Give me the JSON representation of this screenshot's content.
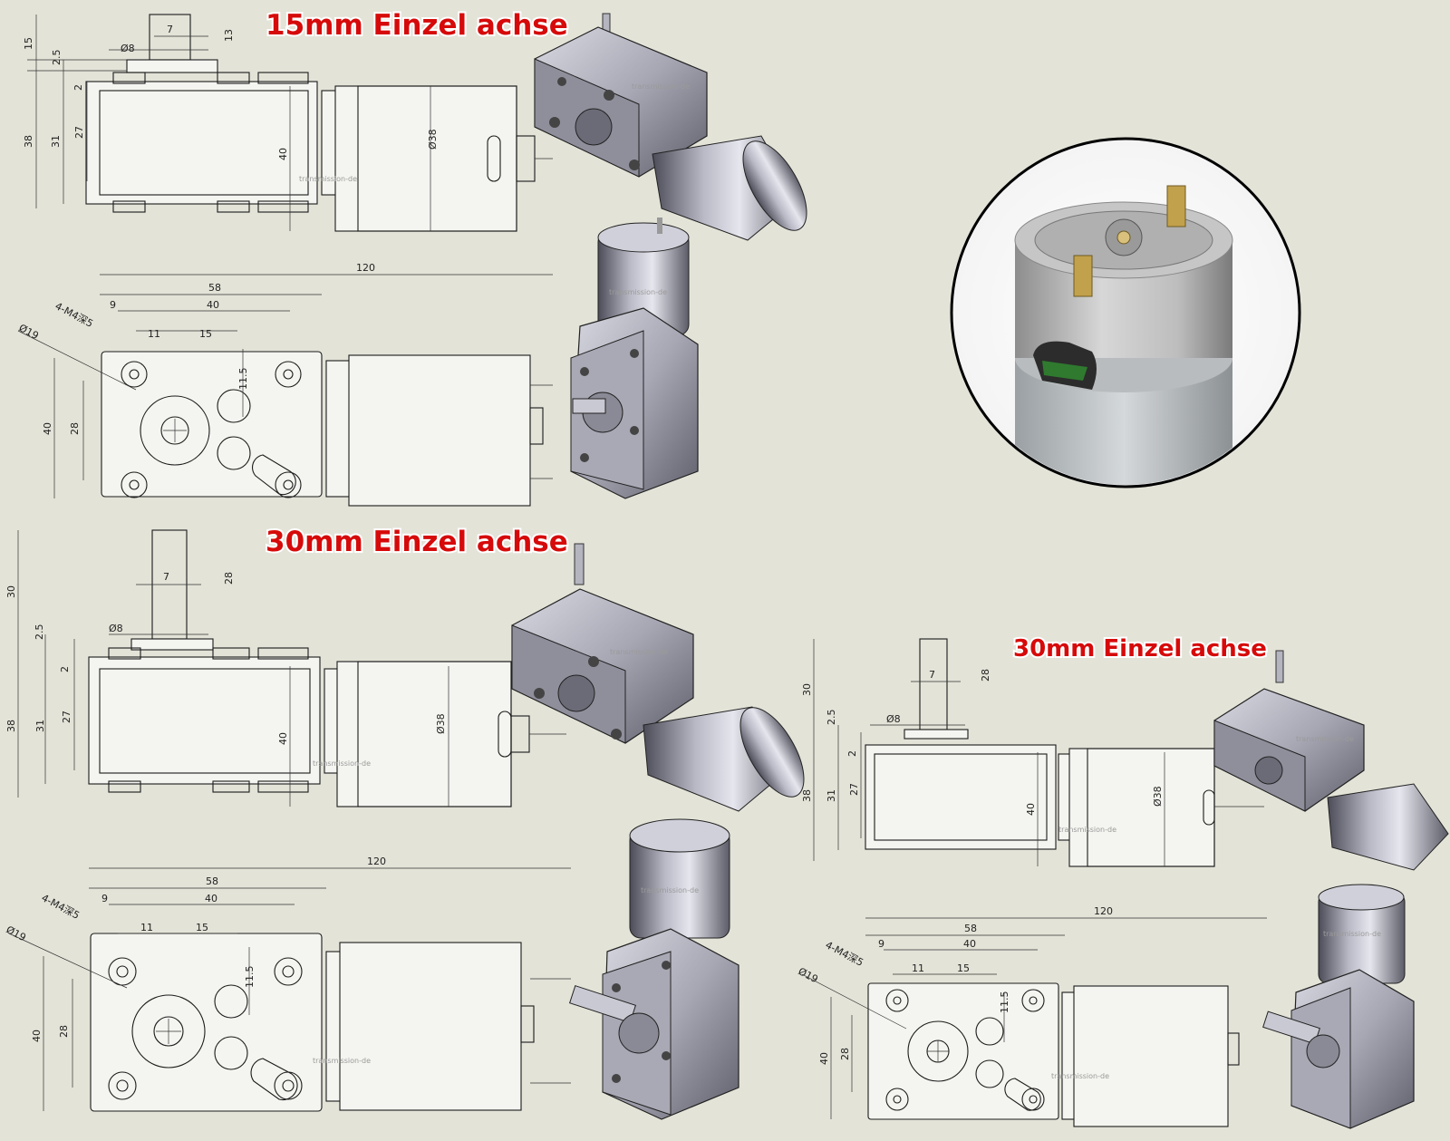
{
  "titles": {
    "top": "15mm Einzel achse",
    "middle": "30mm Einzel achse",
    "right": "30mm Einzel achse"
  },
  "watermark": "transmission-de",
  "side_dims": {
    "shaft_15": "15",
    "shaft_30": "30",
    "shaft_flat": "13",
    "shaft_flat_30": "28",
    "collar": "2.5",
    "shaft_flat_width": "7",
    "shaft_dia": "Ø8",
    "gap": "2",
    "height_38": "38",
    "height_31": "31",
    "height_27": "27",
    "motor_40": "40",
    "motor_dia": "Ø38"
  },
  "front_dims": {
    "total_len": "120",
    "gearbox_len": "58",
    "hole_pitch": "40",
    "hole_offset": "9",
    "shaft_offset": "11",
    "hole2_offset": "15",
    "hole_dia": "4-M4深5",
    "boss_dia": "Ø19",
    "height_40": "40",
    "height_28": "28",
    "offset_11_5": "11.5"
  },
  "colors": {
    "background": "#e3e3d8",
    "title": "#d60a0a",
    "line": "#1b1b1b",
    "metal_light": "#c9c9d3",
    "metal_dark": "#5a5a66"
  }
}
